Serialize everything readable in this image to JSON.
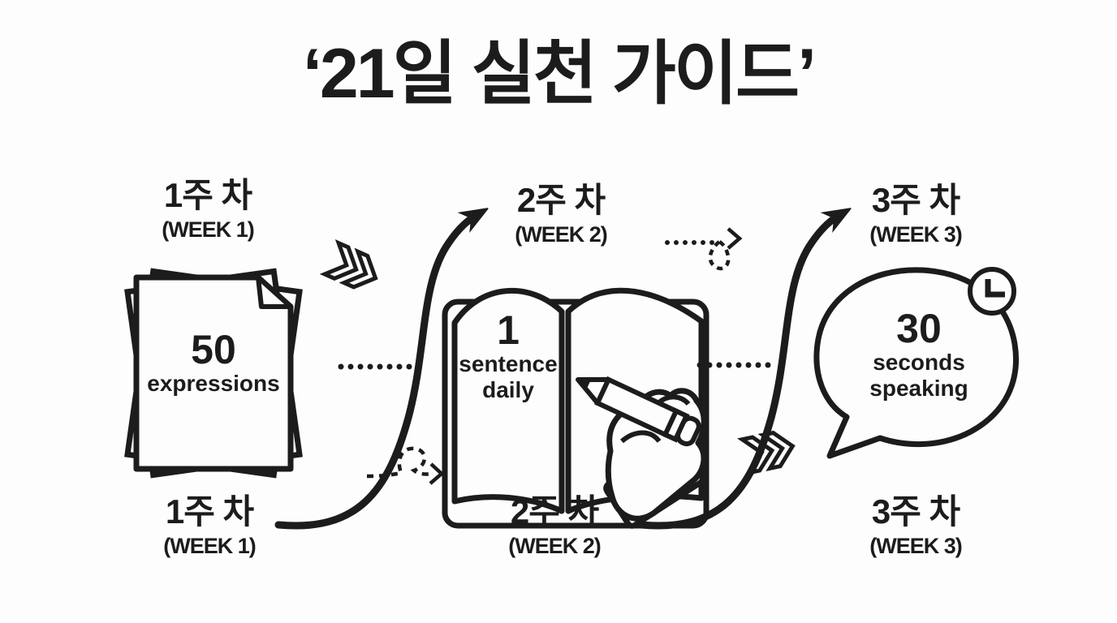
{
  "title": "‘21일 실천 가이드’",
  "weeks": [
    {
      "label_ko": "1주 차",
      "label_en": "(WEEK 1)",
      "icon": "paper-stack-icon",
      "stat_value": "50",
      "stat_lines": [
        "expressions"
      ]
    },
    {
      "label_ko": "2주 차",
      "label_en": "(WEEK 2)",
      "icon": "open-book-writing-hand-icon",
      "stat_value": "1",
      "stat_lines": [
        "sentence",
        "daily"
      ]
    },
    {
      "label_ko": "3주 차",
      "label_en": "(WEEK 3)",
      "icon": "speech-bubble-clock-icon",
      "stat_value": "30",
      "stat_lines": [
        "seconds",
        "speaking"
      ]
    }
  ],
  "connectors": {
    "chevron_icon": "double-chevron-right-icon",
    "curve_arrow_icon": "s-curve-arrow-icon",
    "dotted_line_icon": "dotted-line",
    "loop_arrow_icon": "dotted-loop-arrow-icon",
    "clock_icon": "clock-icon"
  },
  "colors": {
    "ink": "#1c1c1c",
    "background": "#fdfdfd"
  }
}
